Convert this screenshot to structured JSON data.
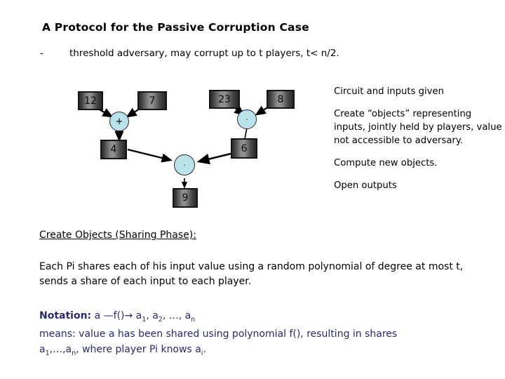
{
  "slide": {
    "title": "A Protocol for the Passive Corruption Case",
    "bullet": {
      "marker": "-",
      "text": "threshold adversary, may corrupt up to t players, t< n/2."
    },
    "right_notes": [
      "Circuit and inputs given",
      "Create “objects” representing inputs, jointly held by players, value not accessible to adversary.",
      "Compute new objects.",
      "Open outputs"
    ],
    "section_heading": "Create Objects (Sharing Phase):",
    "body_paragraph": "Each Pi shares each of his input value using a random polynomial of degree at most t, sends a share of each input to each player.",
    "notation": {
      "lead": "Notation:",
      "line1_rest": " a —f()→  a",
      "sub1": "1",
      "sep1": ", a",
      "sub2": "2",
      "sep2": ", …, a",
      "sub3": "n",
      "line2": "means: value a has been shared using polynomial f(), resulting in shares",
      "line3_a": "a",
      "line3_sub1": "1",
      "line3_b": ",…,a",
      "line3_sub2": "n",
      "line3_c": ", where player Pi knows a",
      "line3_sub3": "i",
      "line3_d": "."
    },
    "colors": {
      "background": "#ffffff",
      "text": "#000000",
      "notation_text": "#2a2a6e",
      "gate_fill": "#b9e2ea",
      "gate_border": "#2b2b2b",
      "box_border": "#141414",
      "box_fill_light": "#8e8e8e",
      "box_fill_dark": "#262626"
    }
  },
  "circuit": {
    "inputs": [
      {
        "id": "in-12",
        "value": "12"
      },
      {
        "id": "in-7",
        "value": "7"
      },
      {
        "id": "in-23",
        "value": "23"
      },
      {
        "id": "in-8",
        "value": "8"
      }
    ],
    "gates": [
      {
        "id": "gate-add",
        "symbol": "+",
        "kind": "add"
      },
      {
        "id": "gate-mul-1",
        "symbol": "·",
        "kind": "mul"
      },
      {
        "id": "gate-mul-2",
        "symbol": "·",
        "kind": "mul"
      }
    ],
    "intermediates": [
      {
        "id": "val-4",
        "value": "4"
      },
      {
        "id": "val-6",
        "value": "6"
      }
    ],
    "output": {
      "id": "val-9",
      "value": "9"
    }
  }
}
